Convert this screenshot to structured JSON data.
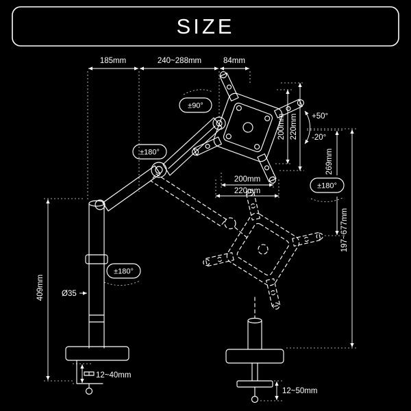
{
  "title": "SIZE",
  "colors": {
    "background": "#000000",
    "line": "#ffffff"
  },
  "dimensions": {
    "top_left": "185mm",
    "top_middle": "240~288mm",
    "top_right": "84mm",
    "vesa_height_inner": "200mm",
    "vesa_height_outer": "220mm",
    "vesa_width_inner": "200mm",
    "vesa_width_outer": "220mm",
    "arm_reach": "269mm",
    "height_range": "197~677mm",
    "pole_height": "409mm",
    "pole_diameter": "Ø35",
    "desk_clamp_range": "12~40mm",
    "grommet_clamp_range": "12~50mm"
  },
  "angles": {
    "head_swivel": "±90°",
    "elbow_rotation": "±180°",
    "plate_rotation": "±180°",
    "pole_rotation": "±180°",
    "tilt_up": "+50°",
    "tilt_down": "-20°"
  }
}
